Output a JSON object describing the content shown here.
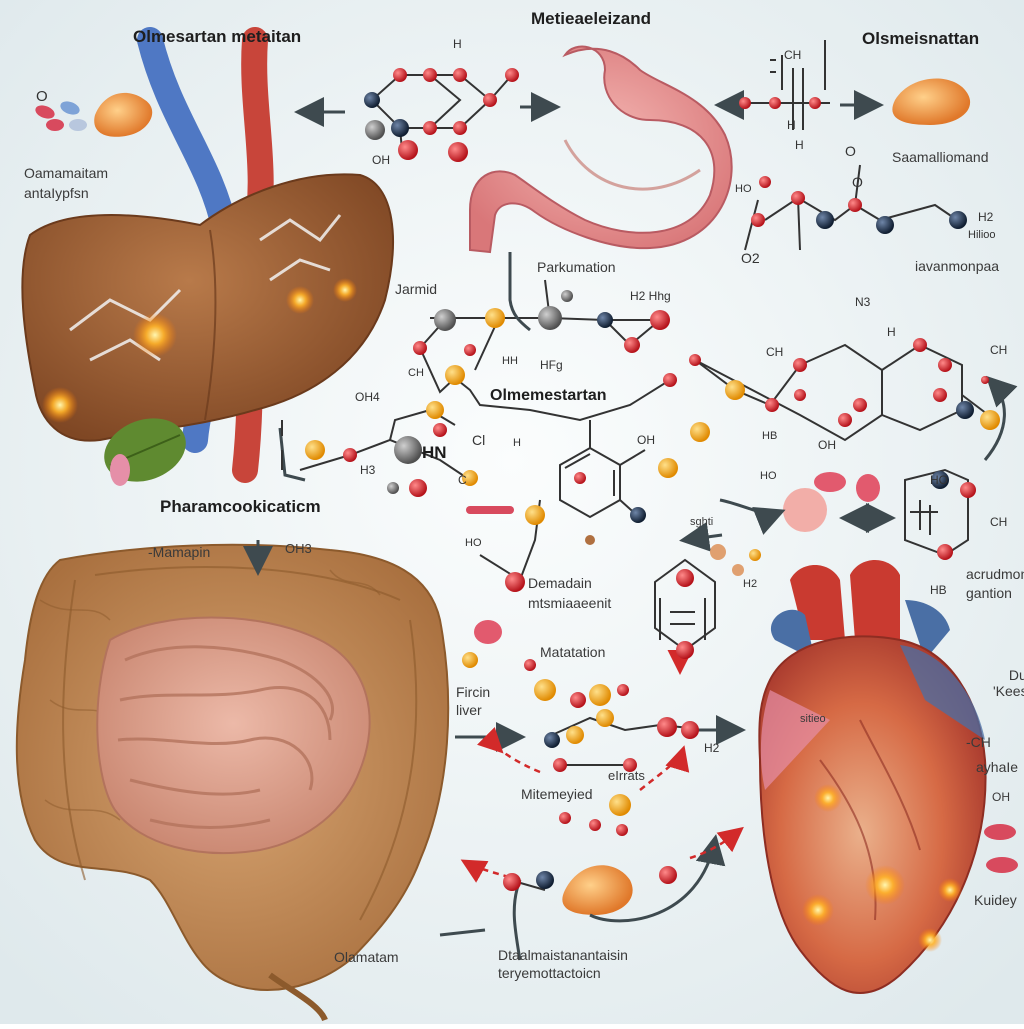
{
  "labels": {
    "title_left": "Olmesartan metaitan",
    "title_center": "Metieaeleizand",
    "title_right": "Olsmeisnattan",
    "left_upper": "Oamamaitam\nantaIypfsn",
    "right_upper": "Saamalliomand",
    "stomach_below": "Parkumation",
    "right_mid": "iavanmonpaa",
    "center_top": "Jarmid",
    "center_title": "Olmemestartan",
    "pharmaco": "Pharamcookicaticm",
    "mamapin": "-Mamapin",
    "oh3": "OH3",
    "demand": "Demadain\nmtsmiaaeenit",
    "right_gantion": "acrudmon\ngantion",
    "maturation": "Matatation",
    "first_liver": "Fircin\nliver",
    "sight": "sghti",
    "eiirrats": "eIrrats",
    "metemeyied": "Mitemeyied",
    "dur": "Dur\n'Keest",
    "ch_label": "-CH",
    "ayhale": "ayhaIe",
    "oh_right": "OH",
    "kiidey": "Kuidey",
    "heart_small": "sitieo",
    "bottom_left": "Olamatam",
    "bottom_center": "Dtaalmaistanantaisin\nteryemottactoicn"
  },
  "atoms": {
    "o_top_left": "O",
    "h_top": "H",
    "oh_top": "OH",
    "ch_top_right": "CH",
    "h_right1": "H",
    "h_right2": "H",
    "o_right": "O",
    "o_right2": "O",
    "h2_right": "H2",
    "hiloo": "Hilioo",
    "o2": "O2",
    "ho": "HO",
    "h_ng": "H2 Hhg",
    "n3": "N3",
    "h_mid": "H",
    "ch_mid": "CH",
    "ch_far": "CH",
    "oh_mid": "OH",
    "h_b": "HB",
    "hb2": "HB",
    "oh4": "OH4",
    "cl": "Cl",
    "hn": "HN",
    "h3": "H3",
    "c_label": "C",
    "hh": "HH",
    "hfg": "HFg",
    "ch_l": "CH",
    "ho_small": "HO",
    "h_small": "H",
    "oh_c": "OH",
    "ho_bl": "HO",
    "h2": "H2",
    "ch_r": "CH",
    "ho_r": "HO",
    "h2_r": "H2"
  },
  "colors": {
    "background": "#eef3f5",
    "liver": "#9c5f36",
    "intestine": "#c98f5c",
    "small_intestine": "#d9998a",
    "stomach": "#e79a9e",
    "heart_red": "#c93a30",
    "heart_blue": "#4a6fa5",
    "vein_blue": "#4f78c4",
    "artery_red": "#c8453a",
    "atom_red": "#d7262d",
    "atom_orange": "#f0a11a",
    "atom_gray": "#6b6b6b",
    "atom_dark": "#1f2f45",
    "bond": "#333333",
    "arrow": "#3e4a4f",
    "dashed_arrow": "#d22a2a"
  }
}
